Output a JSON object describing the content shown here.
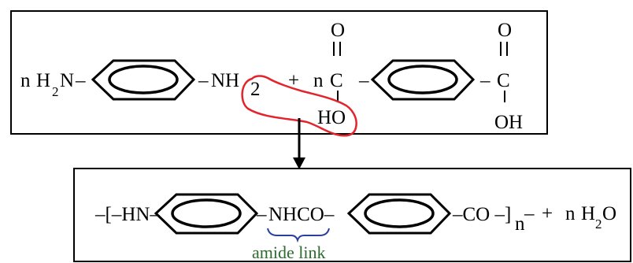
{
  "diagram": {
    "reactant_left": {
      "coefficient": "n",
      "group_h": "H",
      "sub_2": "2",
      "group_n": "N",
      "dash_right": "–",
      "dash_before_nh": "–",
      "nh": "NH",
      "nh_sub": "2"
    },
    "plus": "+",
    "reactant_right": {
      "coefficient": "n",
      "carbon_1": "C",
      "oxygen_1": "O",
      "hydroxyl_1": "HO",
      "dash_mid": "–",
      "dash_end": "–",
      "carbon_2": "C",
      "oxygen_2": "O",
      "hydroxyl_2": "OH"
    },
    "product": {
      "start": "–[–HN–",
      "mid_dash": "–",
      "amide_group": "NHCO–",
      "end_group": "–CO –]",
      "n_subscript": "n",
      "trailing_dash": "–",
      "plus": "+",
      "water_n": "n",
      "water_h": "H",
      "water_2": "2",
      "water_o": "O",
      "amide_label": "amide link"
    },
    "colors": {
      "highlight": "#e3242b",
      "brace": "#2c3e9e",
      "label": "#2e6b2e",
      "line": "#000000"
    }
  }
}
